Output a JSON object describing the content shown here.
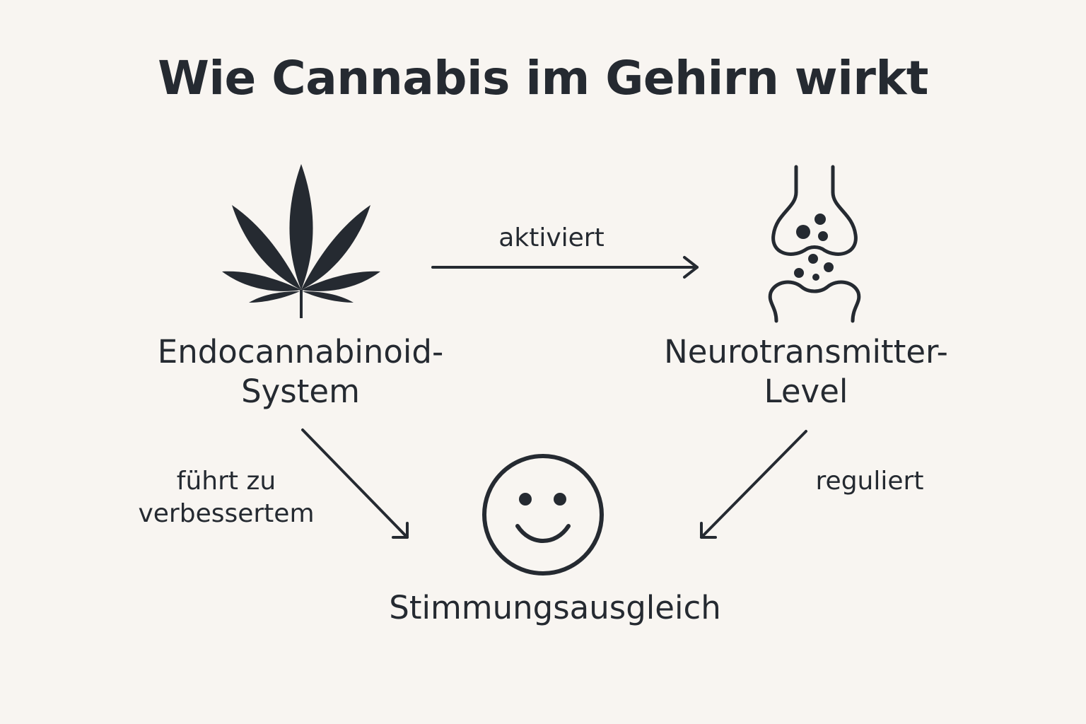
{
  "title": "Wie Cannabis im Gehirn wirkt",
  "nodes": {
    "ecs": {
      "line1": "Endocannabinoid-",
      "line2": "System",
      "icon": "cannabis-leaf-icon"
    },
    "neuro": {
      "line1": "Neurotransmitter-",
      "line2": "Level",
      "icon": "synapse-icon"
    },
    "mood": {
      "label": "Stimmungsausgleich",
      "icon": "smiley-icon"
    }
  },
  "edges": {
    "ecs_to_neuro": {
      "label": "aktiviert"
    },
    "ecs_to_mood": {
      "line1": "führt zu",
      "line2": "verbessertem"
    },
    "neuro_to_mood": {
      "label": "reguliert"
    }
  },
  "colors": {
    "background": "#f8f5f1",
    "ink": "#252a31"
  }
}
